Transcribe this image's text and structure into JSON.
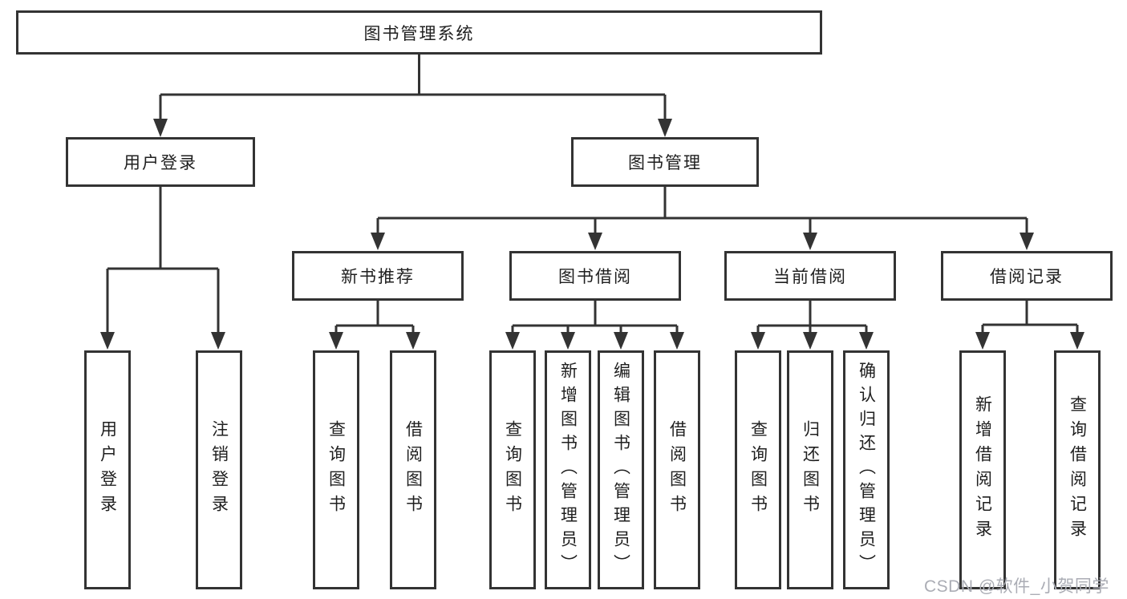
{
  "tree": {
    "root": "图书管理系统",
    "branches": [
      {
        "label": "用户登录",
        "children": [
          "用户登录",
          "注销登录"
        ]
      },
      {
        "label": "图书管理",
        "sections": [
          {
            "label": "新书推荐",
            "children": [
              "查询图书",
              "借阅图书"
            ]
          },
          {
            "label": "图书借阅",
            "children": [
              "查询图书",
              "新增图书（管理员）",
              "编辑图书（管理员）",
              "借阅图书"
            ]
          },
          {
            "label": "当前借阅",
            "children": [
              "查询图书",
              "归还图书",
              "确认归还（管理员）"
            ]
          },
          {
            "label": "借阅记录",
            "children": [
              "新增借阅记录",
              "查询借阅记录"
            ]
          }
        ]
      }
    ]
  },
  "watermark": "CSDN @软件_小贺同学",
  "colors": {
    "line": "#333333",
    "box_border": "#333333",
    "box_background": "#ffffff",
    "text": "#1f1f1f",
    "watermark_text": "#abadb5",
    "page_background": "#ffffff"
  }
}
